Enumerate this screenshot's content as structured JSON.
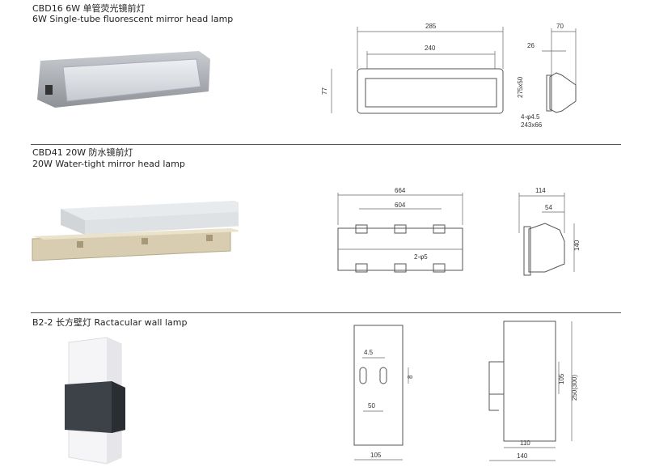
{
  "products": [
    {
      "code_line": "CBD16 6W 单管荧光镜前灯",
      "english_line": "6W Single-tube fluorescent mirror head lamp",
      "front_dims": {
        "overall_width": "285",
        "inner_width": "240",
        "height": "77"
      },
      "side_dims": {
        "depth": "70",
        "offset": "26",
        "mount": "275x50",
        "holes": "4-φ4.5",
        "cutout": "243x66"
      }
    },
    {
      "code_line": "CBD41 20W 防水镜前灯",
      "english_line": "20W Water-tight mirror head lamp",
      "front_dims": {
        "overall_width": "664",
        "hole_spacing": "604",
        "holes": "2-φ5"
      },
      "side_dims": {
        "depth": "114",
        "offset": "54",
        "height": "140"
      }
    },
    {
      "code_line": "B2-2 长方壁灯 Ractacular wall lamp",
      "front_dims": {
        "slot": "4.5",
        "slot_height": "8",
        "slot_spacing": "50",
        "width": "105"
      },
      "side_dims": {
        "height_inner": "105",
        "height_total": "250(300)",
        "bracket": "110",
        "depth": "140"
      }
    }
  ]
}
